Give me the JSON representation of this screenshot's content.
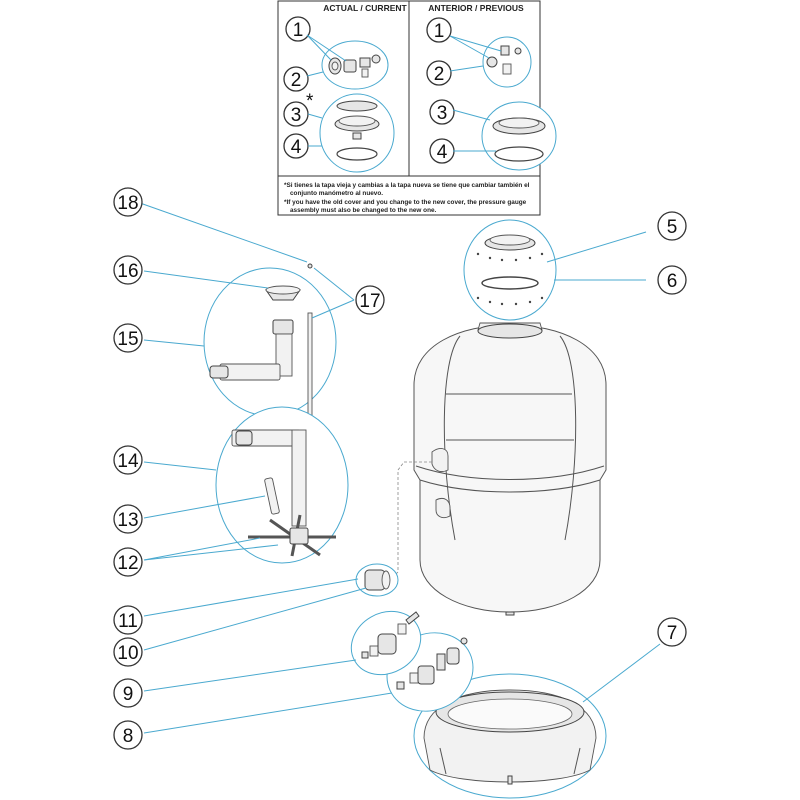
{
  "comparison_box": {
    "current_header": "ACTUAL / CURRENT",
    "previous_header": "ANTERIOR / PREVIOUS",
    "note_es_line1": "*Si tienes la tapa vieja y cambias a la tapa nueva se tiene que cambiar también el",
    "note_es_line2": "conjunto manómetro al nuevo.",
    "note_en_line1": "*If you have the old cover and you change to the new cover, the pressure gauge",
    "note_en_line2": "assembly must also be changed to the new one.",
    "current_labels": [
      "1",
      "2",
      "3",
      "4"
    ],
    "current_label3_suffix": "*",
    "previous_labels": [
      "1",
      "2",
      "3",
      "4"
    ]
  },
  "callouts": [
    "1",
    "2",
    "3",
    "4",
    "5",
    "6",
    "7",
    "8",
    "9",
    "10",
    "11",
    "12",
    "13",
    "14",
    "15",
    "16",
    "17",
    "18"
  ],
  "colors": {
    "leader": "#4aa9cf",
    "outline": "#444444",
    "bubble_stroke": "#333333"
  }
}
